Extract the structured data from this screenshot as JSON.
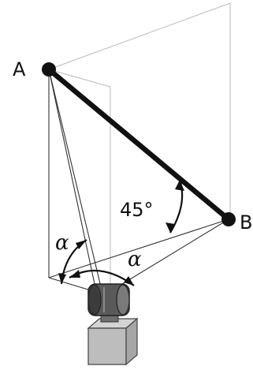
{
  "labels": {
    "point_a": "A",
    "point_b": "B",
    "angle_ab": "45°",
    "alpha_left": "α",
    "alpha_right": "α"
  }
}
